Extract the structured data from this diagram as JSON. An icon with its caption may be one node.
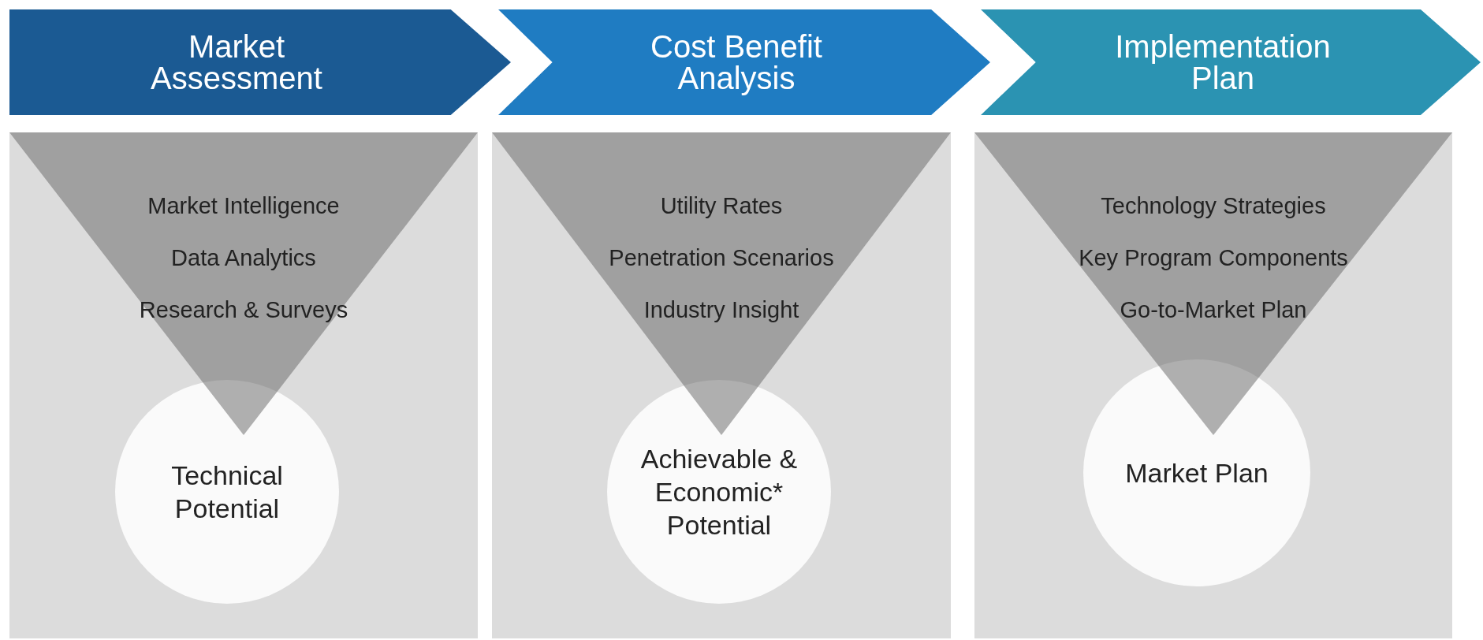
{
  "diagram": {
    "nodes": [
      {
        "text": [
          "Market Assessment"
        ]
      },
      {
        "text": [
          "Cost Benefit Analysis"
        ]
      },
      {
        "text": [
          "Implementation Plan"
        ]
      },
      {
        "text": [
          "Market Intelligence",
          "Data Analytics",
          "Research & Surveys"
        ]
      },
      {
        "text": [
          "Utility Rates",
          "Penetration Scenarios",
          "Industry Insight"
        ]
      },
      {
        "text": [
          "Technology Strategies",
          "Key Program Components",
          "Go-to-Market Plan"
        ]
      },
      {
        "text": [
          "Technical Potential"
        ]
      },
      {
        "text": [
          "Achievable & Economic* Potential"
        ]
      },
      {
        "text": [
          "Market Plan"
        ]
      }
    ]
  }
}
